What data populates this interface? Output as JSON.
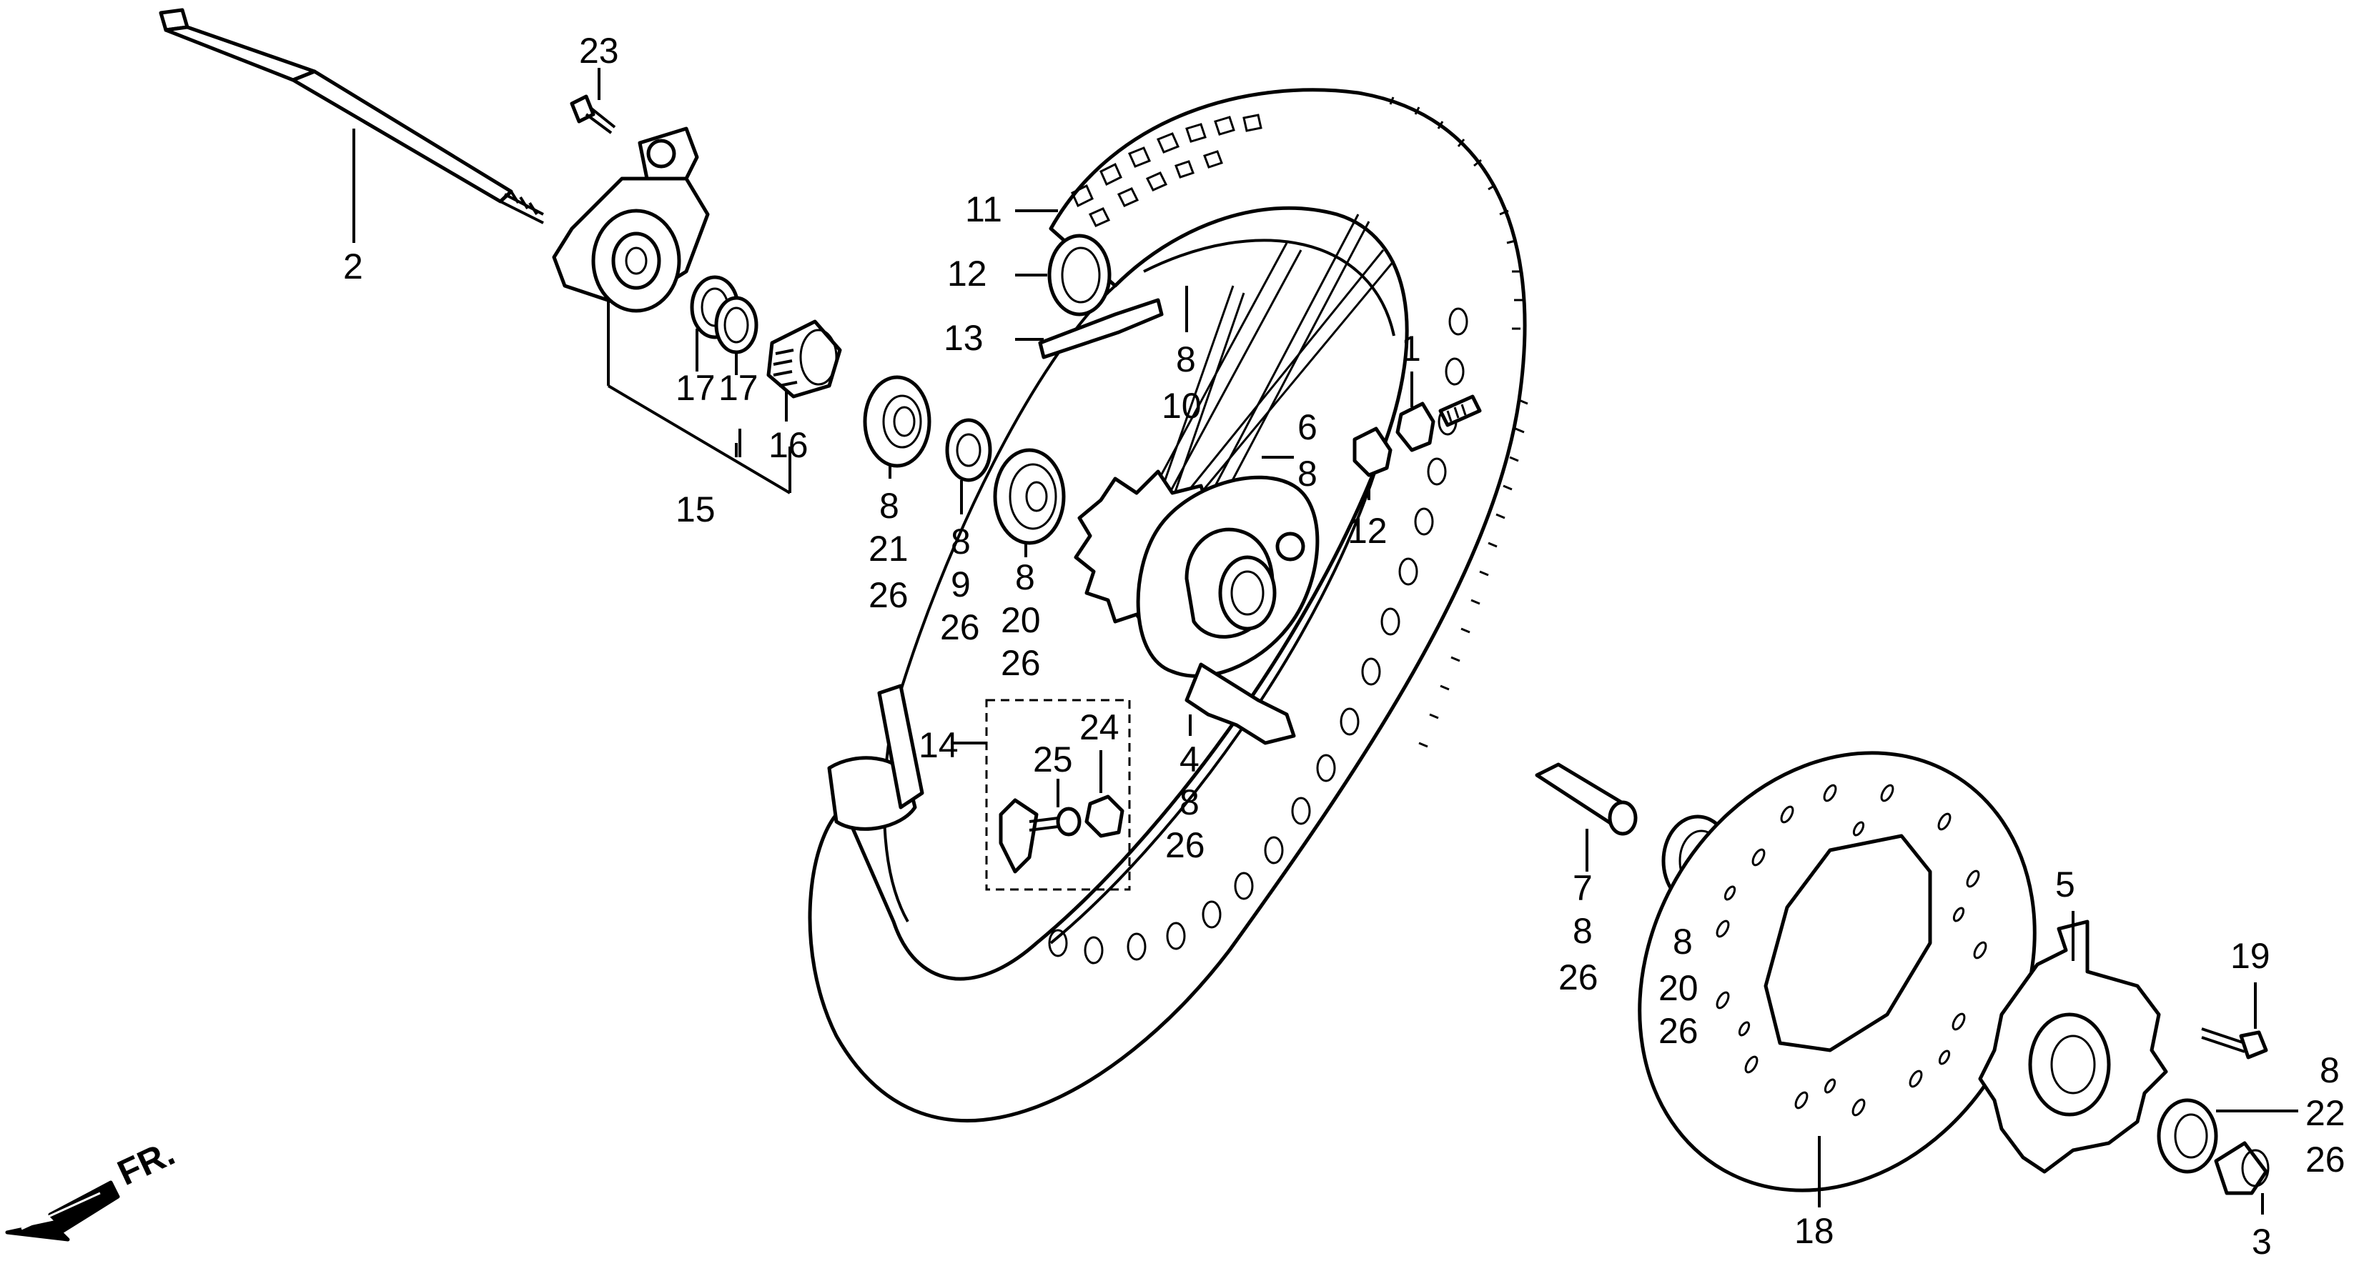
{
  "callouts": {
    "c1": "1",
    "c2": "2",
    "c3": "3",
    "c4_8_26": [
      "4",
      "8",
      "26"
    ],
    "c5": "5",
    "c6_8": [
      "6",
      "8"
    ],
    "c7_8_26": [
      "7",
      "8",
      "26"
    ],
    "c8_10": [
      "8",
      "10"
    ],
    "c8_9_26": [
      "8",
      "9",
      "26"
    ],
    "c8_20_26_a": [
      "8",
      "20",
      "26"
    ],
    "c8_20_26_b": [
      "8",
      "20",
      "26"
    ],
    "c8_21_26": [
      "8",
      "21",
      "26"
    ],
    "c8_22_26": [
      "8",
      "22",
      "26"
    ],
    "c11": "11",
    "c12_a": "12",
    "c12_b": "12",
    "c13": "13",
    "c14": "14",
    "c15": "15",
    "c16": "16",
    "c17_a": "17",
    "c17_b": "17",
    "c18": "18",
    "c19": "19",
    "c23": "23",
    "c24": "24",
    "c25": "25"
  },
  "direction": {
    "label": "FR."
  }
}
